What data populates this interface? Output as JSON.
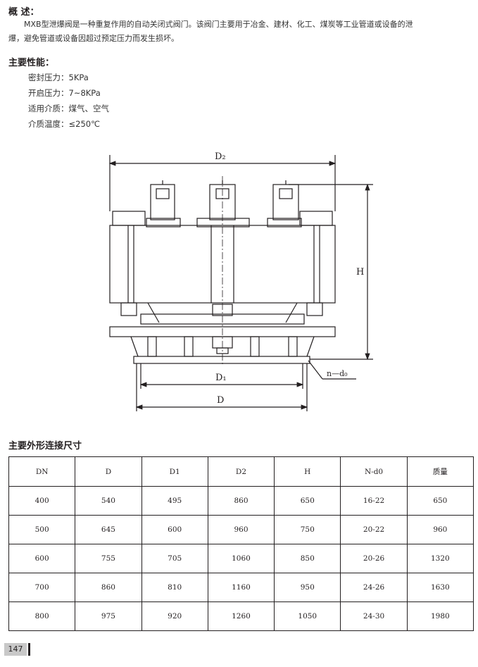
{
  "overview": {
    "heading": "概 述：",
    "line1": "MXB型泄爆阀是一种重复作用的自动关闭式阀门。该阀门主要用于冶金、建材、化工、煤炭等工业管道或设备的泄",
    "line2": "爆，避免管道或设备因超过预定压力而发生损坏。"
  },
  "performance": {
    "heading": "主要性能：",
    "items": [
      "密封压力：5KPa",
      "开启压力：7~8KPa",
      "适用介质：煤气、空气",
      "介质温度：≤250℃"
    ]
  },
  "drawing": {
    "labels": {
      "d2": "D₂",
      "h": "H",
      "d1": "D₁",
      "d": "D",
      "nd0": "n—d₀"
    }
  },
  "table": {
    "heading": "主要外形连接尺寸",
    "columns": [
      "DN",
      "D",
      "D1",
      "D2",
      "H",
      "N-d0",
      "质量"
    ],
    "rows": [
      [
        "400",
        "540",
        "495",
        "860",
        "650",
        "16-22",
        "650"
      ],
      [
        "500",
        "645",
        "600",
        "960",
        "750",
        "20-22",
        "960"
      ],
      [
        "600",
        "755",
        "705",
        "1060",
        "850",
        "20-26",
        "1320"
      ],
      [
        "700",
        "860",
        "810",
        "1160",
        "950",
        "24-26",
        "1630"
      ],
      [
        "800",
        "975",
        "920",
        "1260",
        "1050",
        "24-30",
        "1980"
      ]
    ]
  },
  "page_number": "147"
}
